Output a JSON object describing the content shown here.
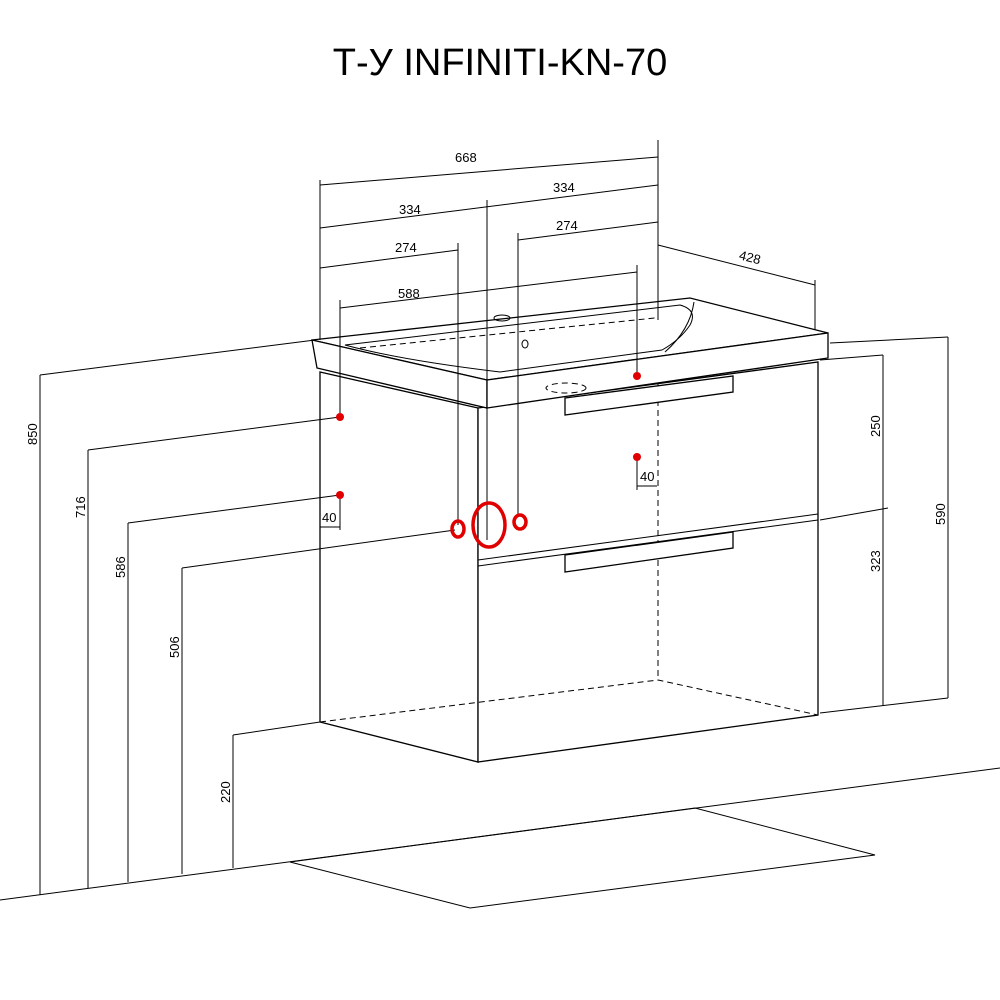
{
  "title": "Т-У INFINITI-KN-70",
  "dimensions": {
    "overall_width": "668",
    "half_width_left": "334",
    "half_width_right": "334",
    "offset_left": "274",
    "offset_right": "274",
    "inner_width": "588",
    "depth": "428",
    "total_height": "850",
    "height_716": "716",
    "height_586": "586",
    "height_506": "506",
    "floor_clearance": "220",
    "upper_drawer": "250",
    "lower_drawer": "323",
    "cabinet_height": "590",
    "offset_40_left": "40",
    "offset_40_right": "40"
  },
  "colors": {
    "marker": "#e00000"
  }
}
